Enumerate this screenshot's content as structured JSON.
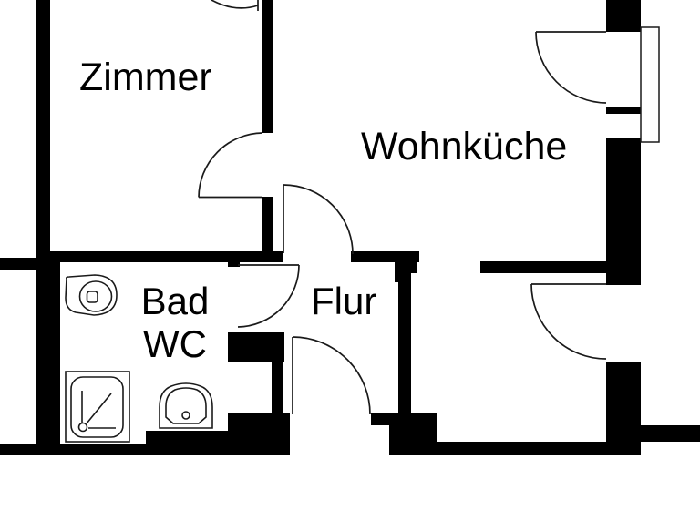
{
  "plan": {
    "rooms": {
      "zimmer": "Zimmer",
      "wohnkueche": "Wohnküche",
      "bad_line1": "Bad",
      "bad_line2": "WC",
      "flur": "Flur"
    },
    "icons": {
      "toilet": "toilet-icon",
      "shower": "shower-icon",
      "sink": "sink-icon",
      "window": "window-icon",
      "door": "door-swing-icon"
    },
    "colors": {
      "wall": "#000000",
      "background": "#ffffff",
      "outline": "#1a1a1a",
      "text": "#000000"
    }
  }
}
